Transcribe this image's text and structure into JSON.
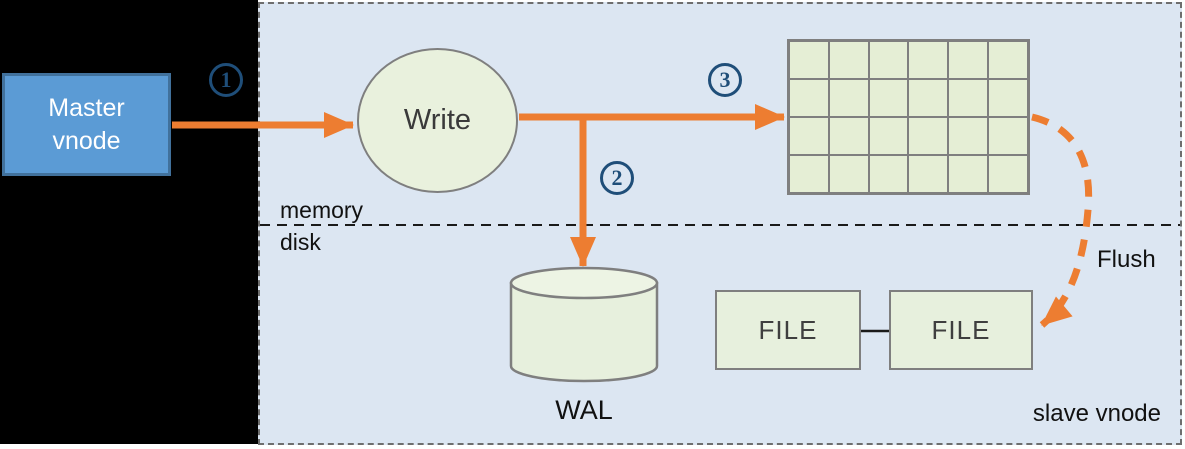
{
  "master_vnode": {
    "line1": "Master",
    "line2": "vnode"
  },
  "write_node": {
    "label": "Write"
  },
  "steps": {
    "step1": "1",
    "step2": "2",
    "step3": "3"
  },
  "memtable": {
    "rows": 4,
    "cols": 6
  },
  "layers": {
    "memory": "memory",
    "disk": "disk"
  },
  "wal": {
    "label": "WAL"
  },
  "files": {
    "file1": "FILE",
    "file2": "FILE"
  },
  "flush": {
    "label": "Flush"
  },
  "panel": {
    "label": "slave vnode"
  },
  "colors": {
    "arrow_orange": "#ed7d31",
    "panel_background": "#dce6f2",
    "node_green_fill": "#e7f0dd",
    "node_border_gray": "#7f7f7f",
    "master_fill_blue": "#5b9bd5",
    "master_border_blue": "#41719c",
    "step_badge_blue": "#1f4e79",
    "black_background": "#000000"
  }
}
